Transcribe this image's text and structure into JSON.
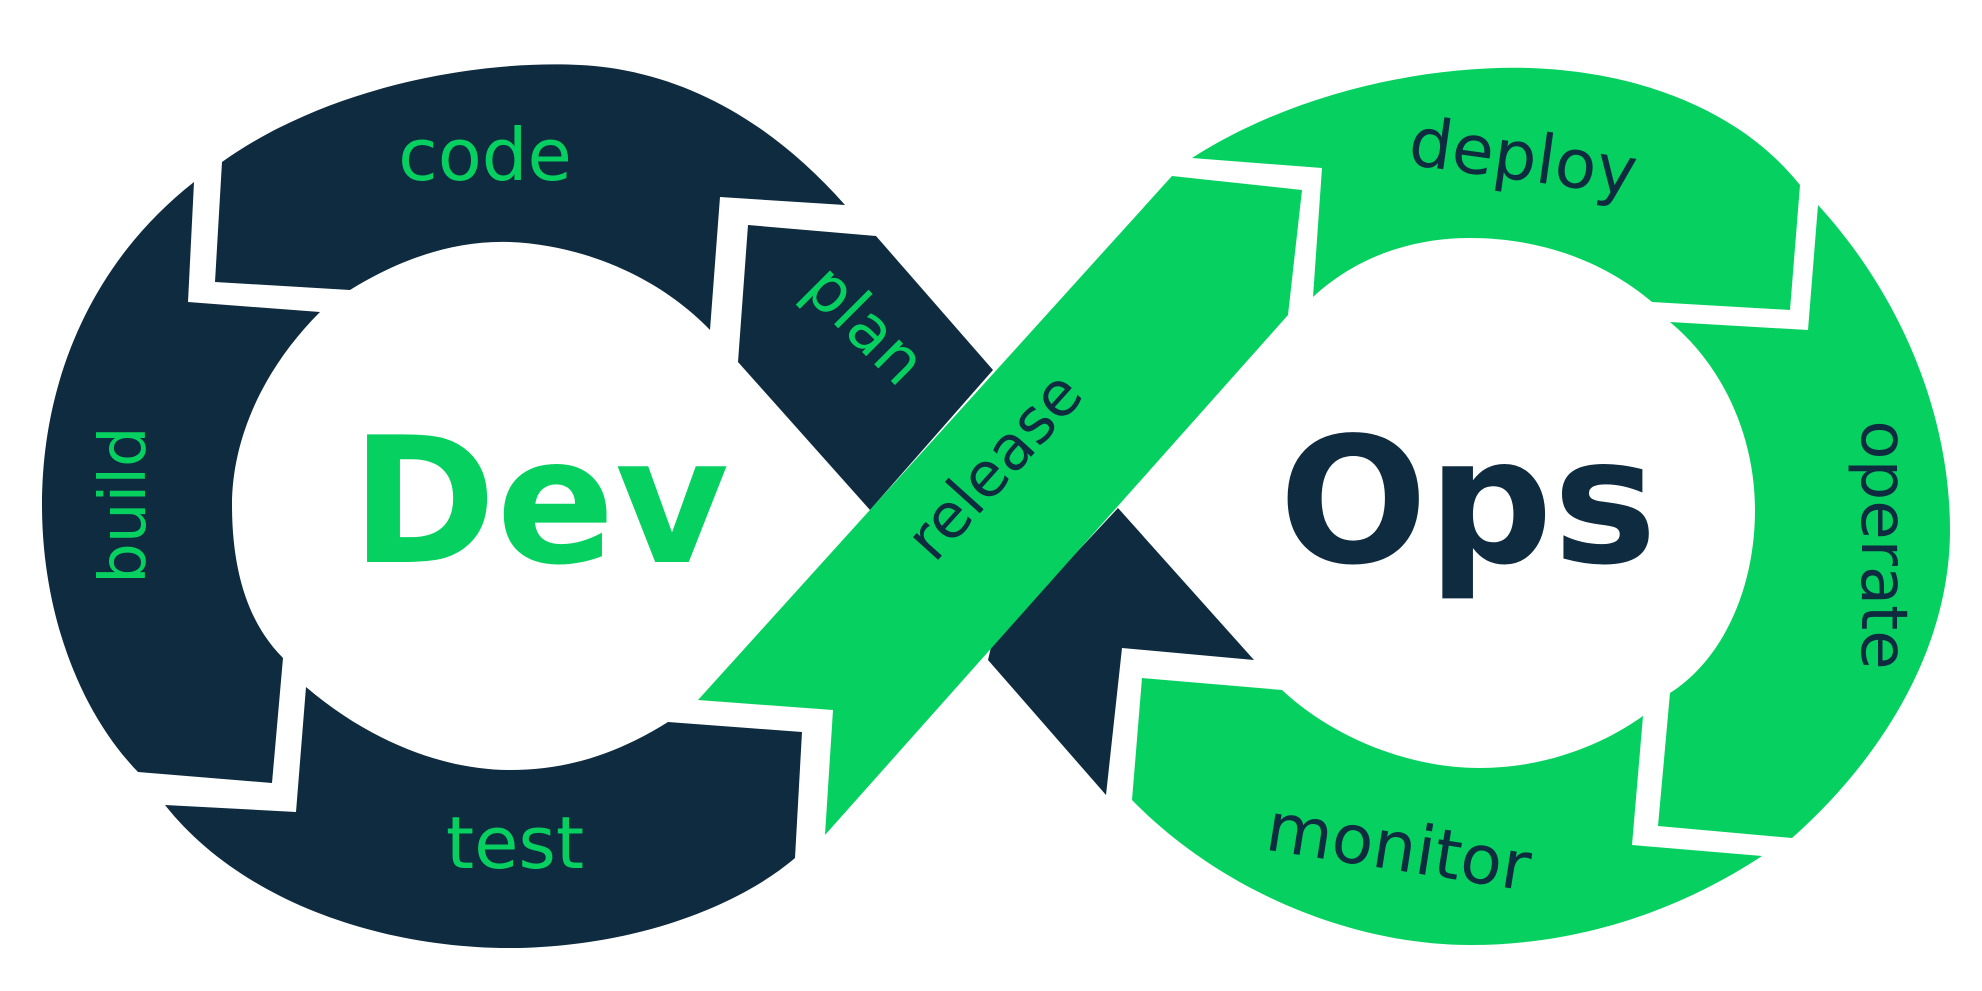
{
  "colors": {
    "dark": "#0F2B40",
    "green": "#06D160",
    "white": "#FFFFFF"
  },
  "center_labels": {
    "dev": "Dev",
    "ops": "Ops"
  },
  "stages": {
    "code": "code",
    "plan": "plan",
    "build": "build",
    "test": "test",
    "release": "release",
    "deploy": "deploy",
    "operate": "operate",
    "monitor": "monitor"
  }
}
